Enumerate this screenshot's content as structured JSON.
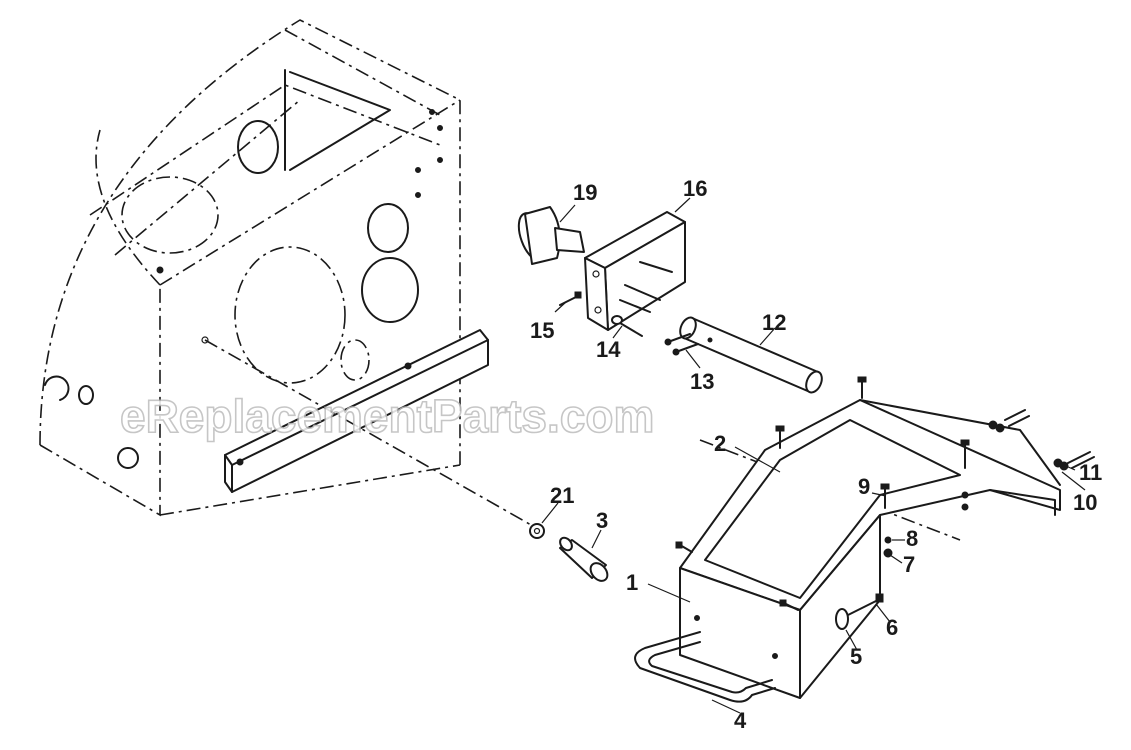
{
  "watermark": "eReplacementParts.com",
  "callouts": {
    "c1": "1",
    "c2": "2",
    "c3": "3",
    "c4": "4",
    "c5": "5",
    "c6": "6",
    "c7": "7",
    "c8": "8",
    "c9": "9",
    "c10": "10",
    "c11": "11",
    "c12": "12",
    "c13": "13",
    "c14": "14",
    "c15": "15",
    "c16": "16",
    "c19": "19",
    "c21": "21"
  }
}
